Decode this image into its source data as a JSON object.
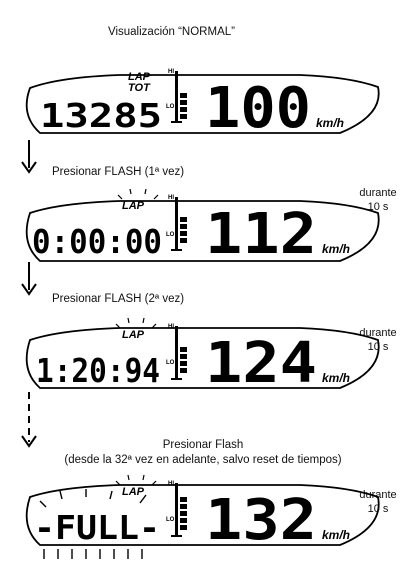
{
  "title": "Visualización “NORMAL”",
  "labels": {
    "lap": "LAP",
    "tot": "TOT",
    "hi": "HI",
    "lo": "LO",
    "unit": "km/h"
  },
  "steps": [
    {
      "caption": "Presionar FLASH (1ª vez)",
      "side_1": "durante",
      "side_2": "10 s"
    },
    {
      "caption": "Presionar FLASH (2ª vez)",
      "side_1": "durante",
      "side_2": "10 s"
    },
    {
      "caption": "Presionar Flash",
      "caption_2": "(desde la 32ª vez en adelante, salvo reset de tiempos)",
      "side_1": "durante",
      "side_2": "10 s"
    }
  ],
  "displays": [
    {
      "left": "13285",
      "speed": "100",
      "bar_level": 0.5
    },
    {
      "left": "0:00:00",
      "speed": "112",
      "bar_level": 0.6
    },
    {
      "left": "1:20:94",
      "speed": "124",
      "bar_level": 0.55
    },
    {
      "left": "-FULL-",
      "speed": "132",
      "bar_level": 0.7
    }
  ],
  "colors": {
    "ink": "#000000",
    "background": "#ffffff"
  }
}
